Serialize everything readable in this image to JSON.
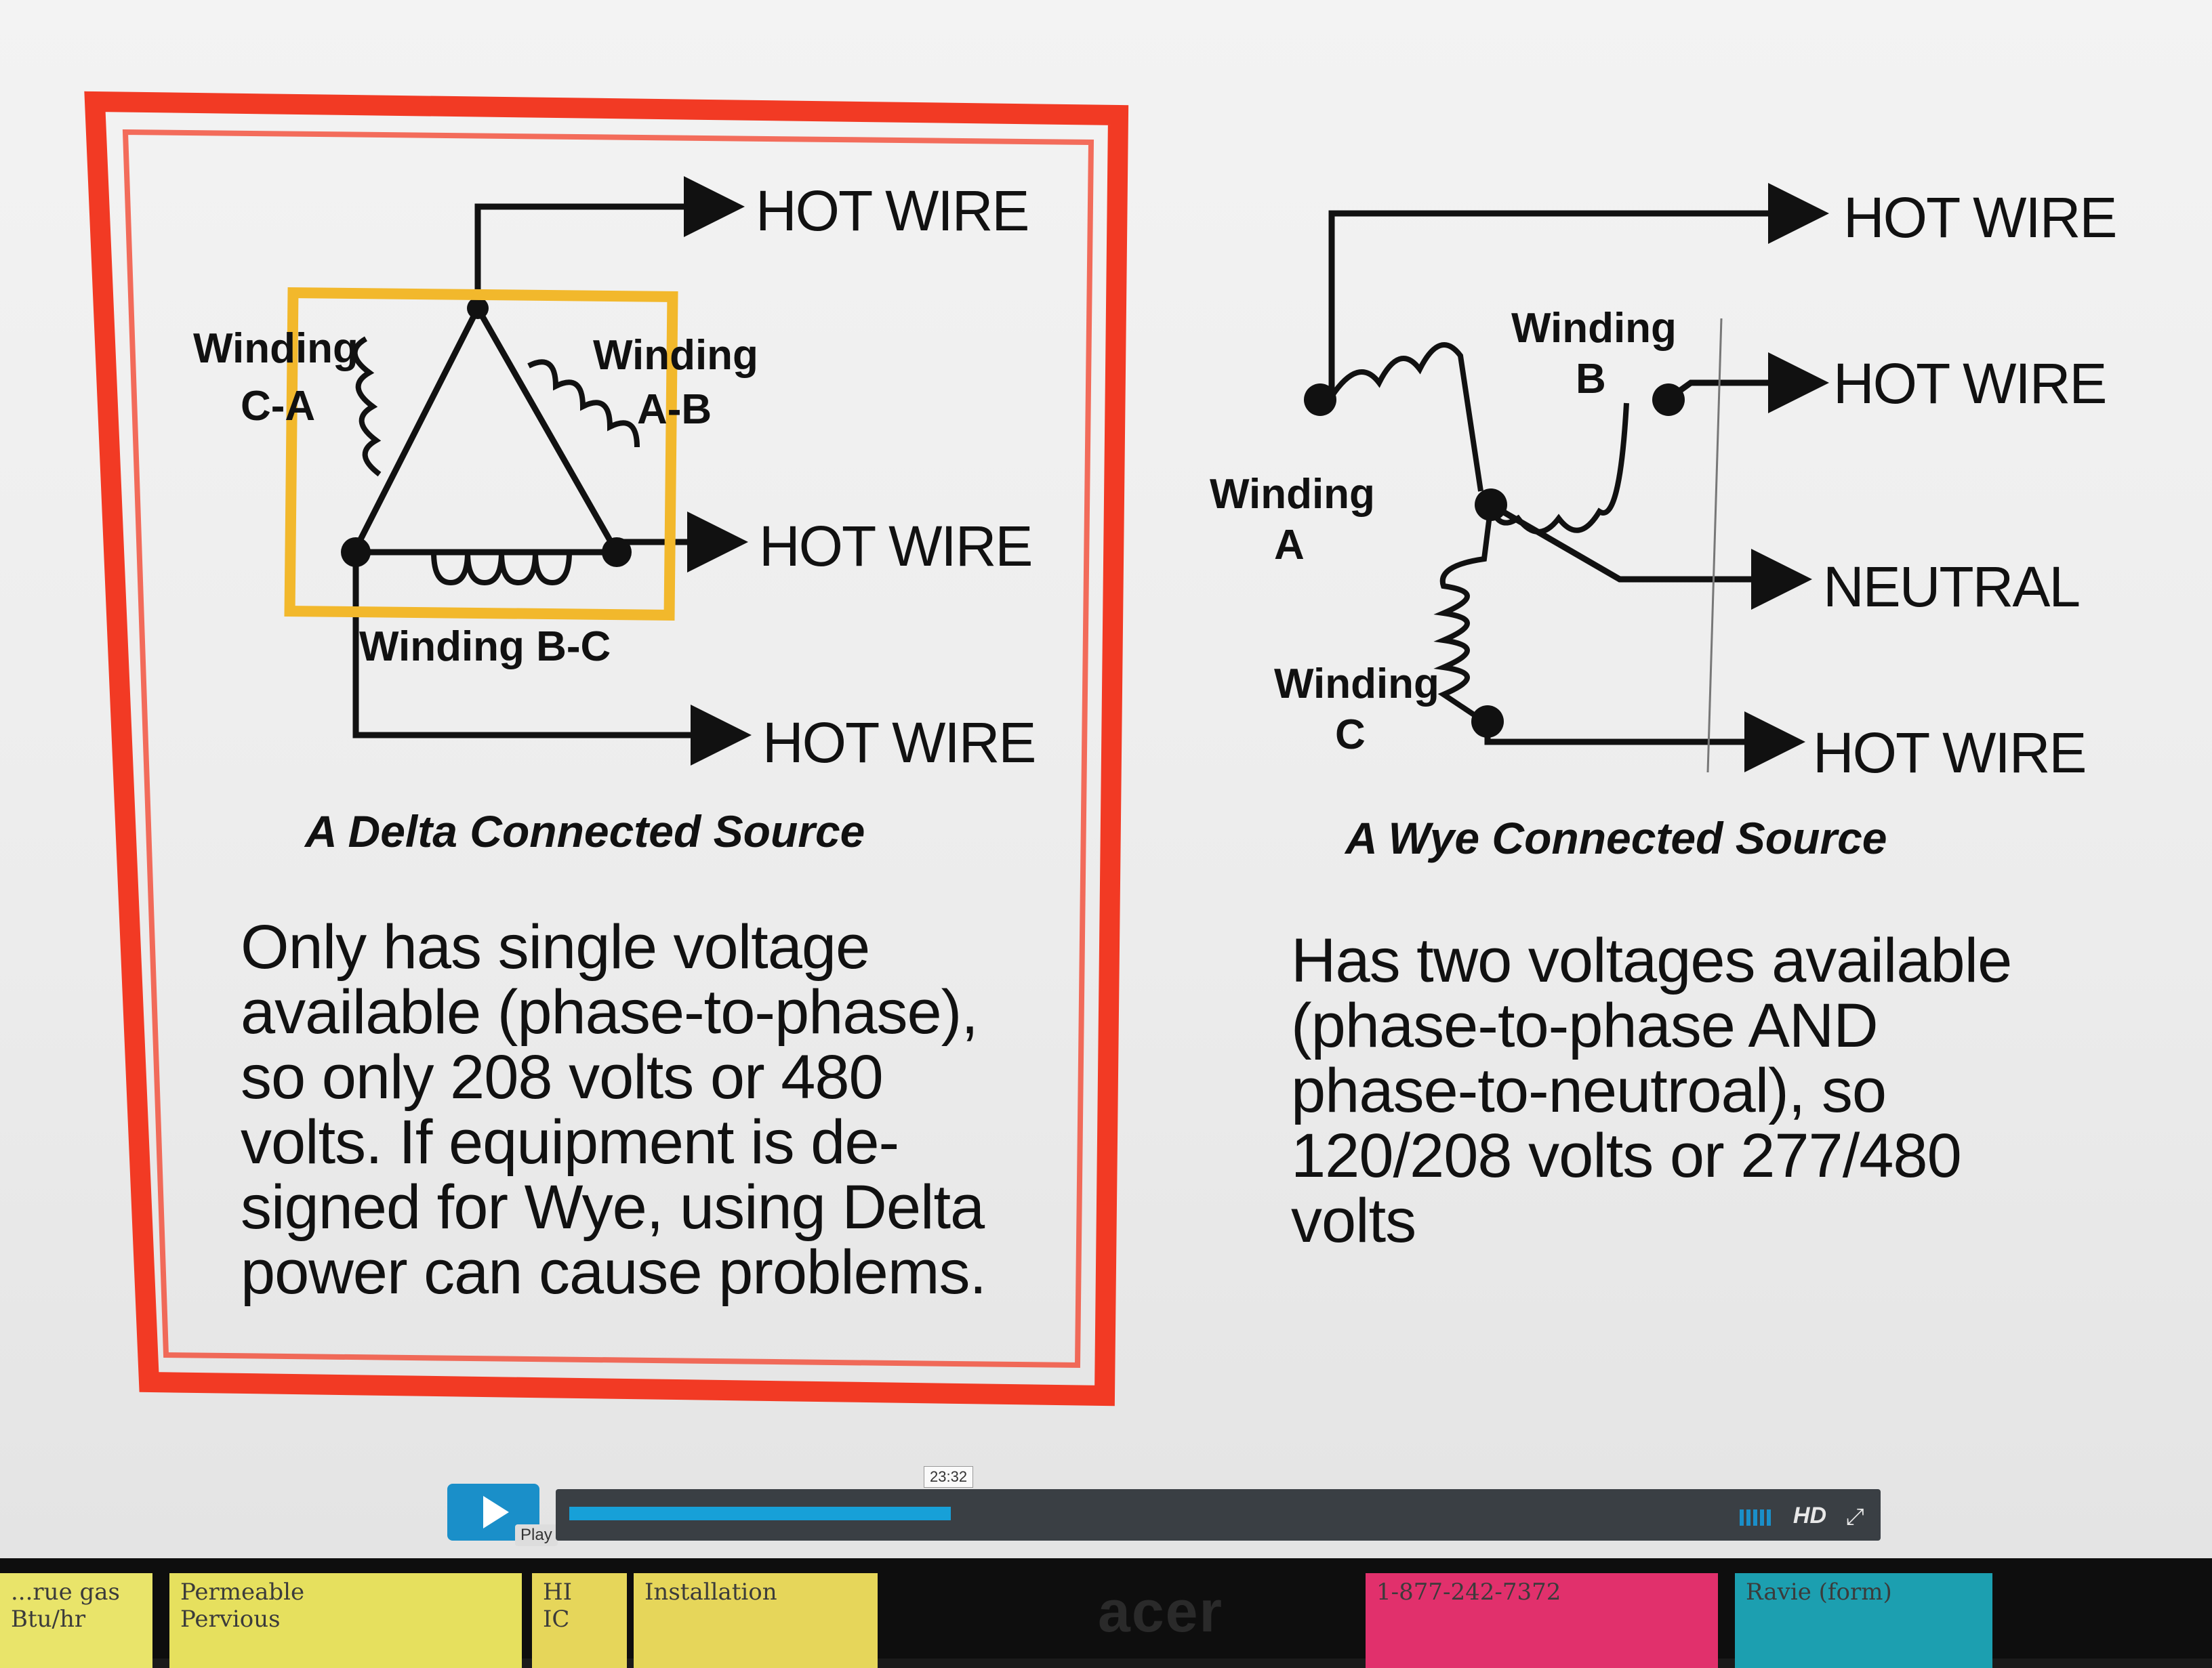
{
  "diagram": {
    "delta": {
      "hot_wires": [
        "HOT WIRE",
        "HOT WIRE",
        "HOT WIRE"
      ],
      "winding_ca": [
        "Winding",
        "C-A"
      ],
      "winding_ab": [
        "Winding",
        "A-B"
      ],
      "winding_bc": "Winding B-C",
      "caption": "A Delta Connected Source",
      "description": "Only has single voltage\navailable (phase-to-phase),\nso only 208 volts or 480\nvolts. If equipment is de-\nsigned for Wye, using Delta\npower can cause problems."
    },
    "wye": {
      "hot_wires": [
        "HOT WIRE",
        "HOT WIRE",
        "HOT WIRE"
      ],
      "neutral": "NEUTRAL",
      "winding_a": [
        "Winding",
        "A"
      ],
      "winding_b": [
        "Winding",
        "B"
      ],
      "winding_c": [
        "Winding",
        "C"
      ],
      "caption": "A Wye Connected Source",
      "description": "Has two voltages available\n(phase-to-phase AND\nphase-to-neutroal), so\n120/208 volts or 277/480\nvolts"
    },
    "colors": {
      "red_frame": "#f23a24",
      "yellow_box": "#f2b82c"
    }
  },
  "player": {
    "play_tooltip": "Play",
    "time": "23:32",
    "progress": 0.2,
    "hd_label": "HD",
    "colors": {
      "accent": "#1a8fc9"
    }
  },
  "bezel": {
    "brand": "acer",
    "stickies": [
      {
        "text": "...rue gas\nBtu/hr",
        "color": "#e9e46a"
      },
      {
        "text": "Permeable\nPervious",
        "color": "#e6e05e"
      },
      {
        "text": "HI\nIC",
        "color": "#e6d65a"
      },
      {
        "text": "Installation",
        "color": "#e6d65a"
      },
      {
        "text": "1-877-242-7372",
        "color": "#e1306c"
      },
      {
        "text": "Ravie (form)",
        "color": "#1c9fb0"
      }
    ]
  }
}
